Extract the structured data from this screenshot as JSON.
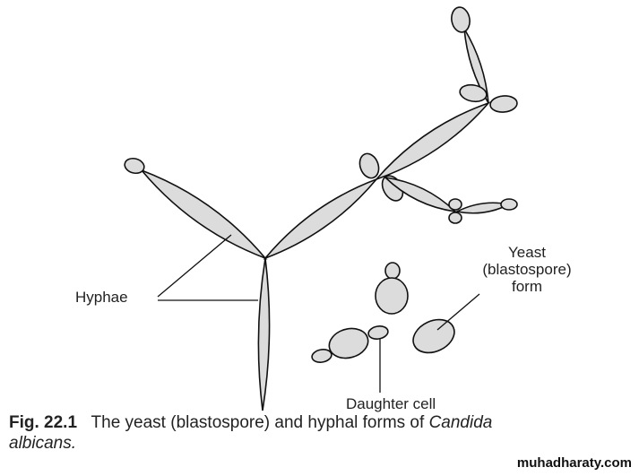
{
  "labels": {
    "hyphae": "Hyphae",
    "yeast_form": [
      "Yeast",
      "(blastospore)",
      "form"
    ],
    "daughter_cell": "Daughter cell"
  },
  "caption": {
    "fig_number": "Fig. 22.1",
    "text": "The yeast (blastospore) and hyphal forms of ",
    "species_line1": "Candida",
    "species_line2": "albicans."
  },
  "watermark": "muhadharaty.com"
}
